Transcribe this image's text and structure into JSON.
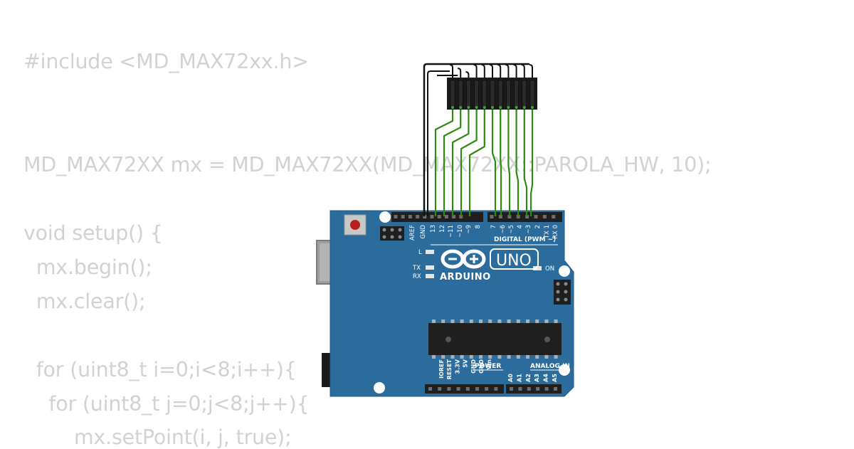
{
  "code": {
    "lines": [
      "#include <MD_MAX72xx.h>",
      "MD_MAX72XX mx = MD_MAX72XX(MD_MAX72XX::PAROLA_HW, 10);",
      "void setup() {",
      "  mx.begin();",
      "  mx.clear();",
      "  for (uint8_t i=0;i<8;i++){",
      "    for (uint8_t j=0;j<8;j++){",
      "        mx.setPoint(i, j, true);"
    ]
  },
  "board": {
    "brand": "ARDUINO",
    "model": "UNO",
    "digital_label": "DIGITAL (PWM ~)",
    "power_label": "POWER",
    "analog_label": "ANALOG IN",
    "on_label": "ON",
    "led_l": "L",
    "led_tx": "TX",
    "led_rx": "RX",
    "digital_pins": [
      "AREF",
      "GND",
      "13",
      "12",
      "~11",
      "~10",
      "~9",
      "8",
      "7",
      "~6",
      "~5",
      "4",
      "~3",
      "2",
      "TX 1",
      "RX 0"
    ],
    "power_pins": [
      "IOREF",
      "RESET",
      "3.3V",
      "5V",
      "GND",
      "GND",
      "Vin"
    ],
    "analog_pins": [
      "A0",
      "A1",
      "A2",
      "A3",
      "A4",
      "A5"
    ],
    "colors": {
      "board": "#2b6c9c",
      "header": "#1f1f1f",
      "wire_signal": "#2e8b12",
      "wire_ground": "#111111",
      "code_text": "#d2d2d2"
    }
  }
}
